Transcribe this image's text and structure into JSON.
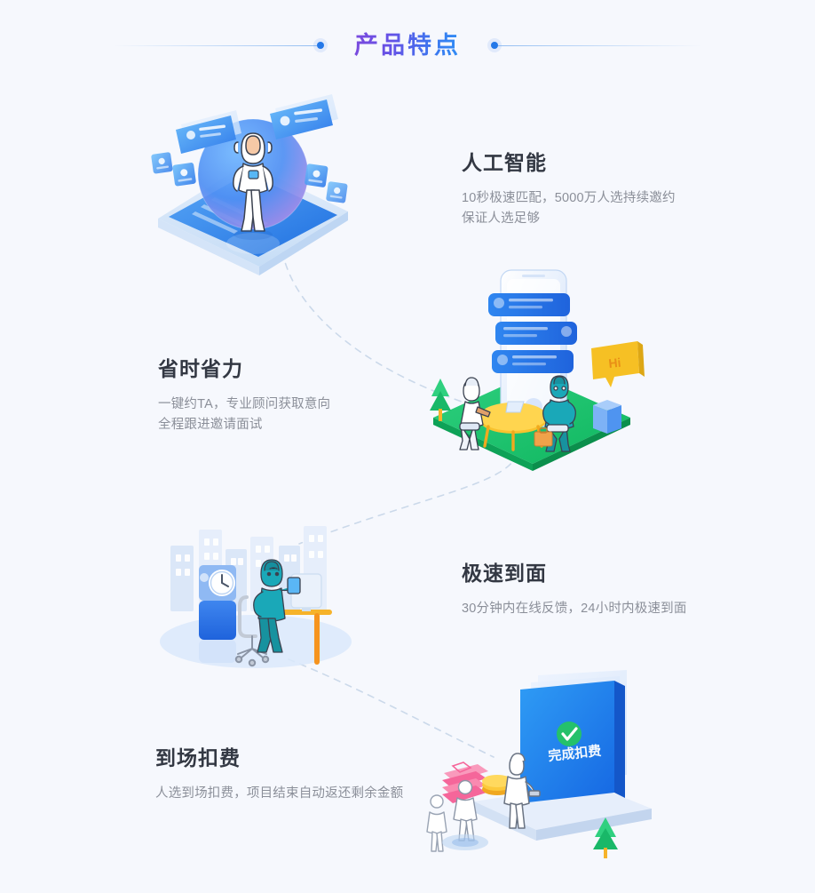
{
  "header": {
    "title": "产品特点",
    "left_dot": "bullet-dot",
    "right_dot": "bullet-dot"
  },
  "features": [
    {
      "id": "ai",
      "title": "人工智能",
      "desc_lines": [
        "10秒极速匹配，5000万人选持续邀约",
        "保证人选足够"
      ],
      "illustration": "astronaut-on-tablet-with-floating-profile-cards"
    },
    {
      "id": "time-saving",
      "title": "省时省力",
      "desc_lines": [
        "一键约TA，专业顾问获取意向",
        "全程跟进邀请面试"
      ],
      "illustration": "interview-scene-with-phone-and-chat-bubbles"
    },
    {
      "id": "fast-interview",
      "title": "极速到面",
      "desc_lines": [
        "30分钟内在线反馈，24小时内极速到面"
      ],
      "illustration": "person-at-desk-with-clock-and-city"
    },
    {
      "id": "pay-on-arrival",
      "title": "到场扣费",
      "desc_lines": [
        "人选到场扣费，项目结束自动返还剩余金额"
      ],
      "illustration": "billboard-payment-complete-with-cash"
    }
  ],
  "illustration_labels": {
    "payment_screen_text": "完成扣费",
    "chat_bubble_text": "Hi"
  },
  "colors": {
    "background": "#f6f8fd",
    "title_gradient_start": "#7a4ade",
    "title_gradient_end": "#2f8ef5",
    "heading_text": "#333843",
    "body_text": "#8b8f99",
    "accent_blue": "#2478e8",
    "accent_green": "#22c26b",
    "accent_yellow": "#f8c22e",
    "connector_line": "#cddcee"
  }
}
